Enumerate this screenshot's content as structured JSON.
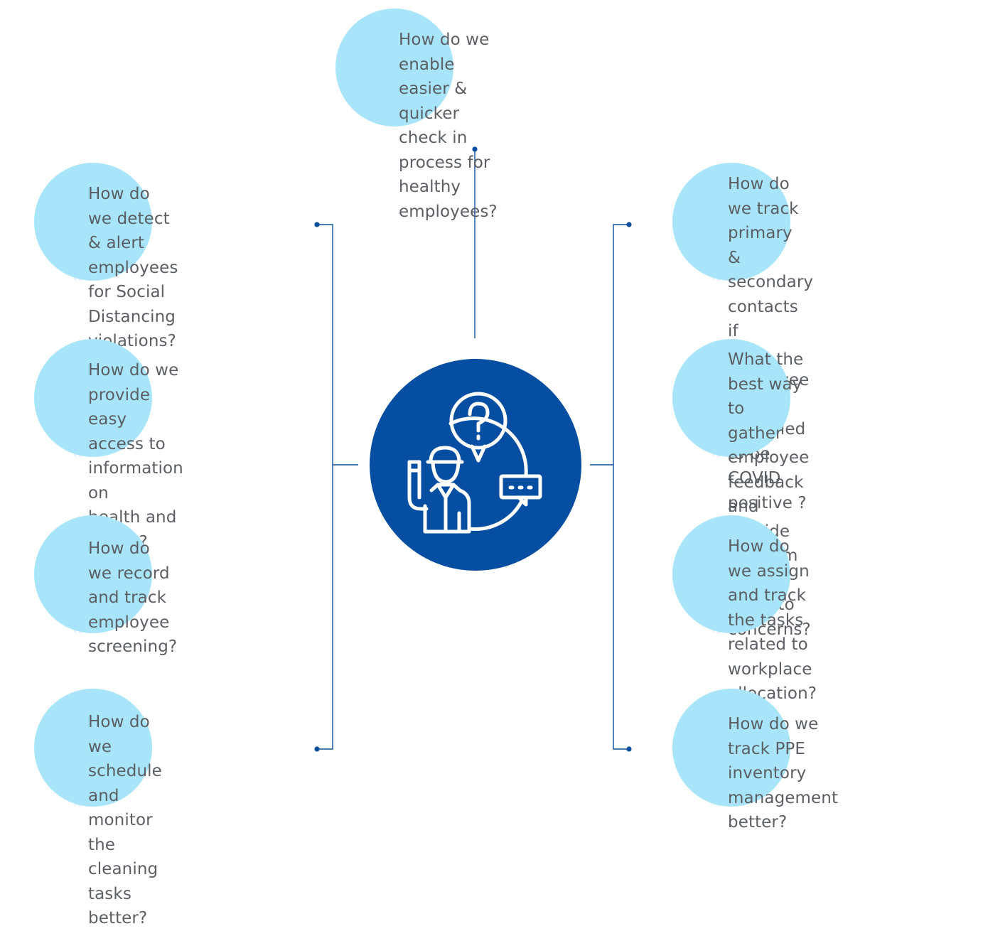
{
  "colors": {
    "bubble": "#a8e5fb",
    "dots": "#1e88d9",
    "connector": "#0a4f9e",
    "center": "#064ea1",
    "text": "#5b5f63"
  },
  "center": {
    "icon": "employee-question-chat-icon"
  },
  "questions": {
    "top": "How do we enable easier &\nquicker check in process for\nhealthy employees?",
    "left_1": "How do we detect & alert\nemployees for Social\nDistancing violations?",
    "left_2": "How do we provide easy\naccess to information on\nhealth and safety?",
    "left_3": "How do we record\nand track employee\nscreening?",
    "left_4": "How do we schedule\nand monitor the\ncleaning tasks better?",
    "right_1": "How do we track primary\n& secondary contacts if\nan employee is identified\nto be COVID positive ?",
    "right_2": "What the best way to\ngather employee feedback\nand provide platform to\nlisten to concerns?",
    "right_3": "How do we assign and track\nthe tasks related to\nworkplace allocation?",
    "right_4": "How do we track PPE\ninventory management\nbetter?"
  }
}
